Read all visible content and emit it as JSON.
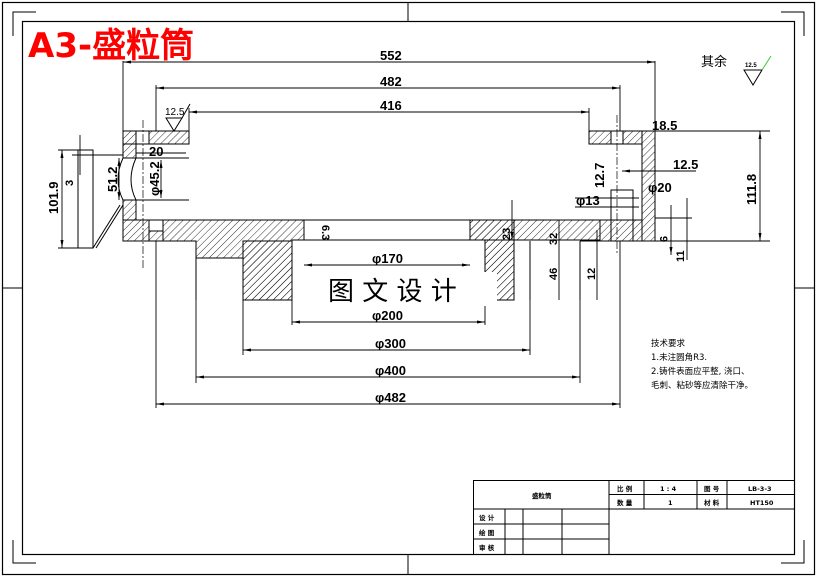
{
  "title": "A3-盛粒筒",
  "title_color": "#ff0000",
  "watermark": "图 文 设 计",
  "roughness": {
    "general_label": "其余",
    "general_value": "12.5",
    "local_value": "12.5",
    "tick_color": "#33cc33"
  },
  "dimensions": {
    "d552": "552",
    "d482": "482",
    "d416": "416",
    "d18_5": "18.5",
    "d12_5": "12.5",
    "d111_8": "111.8",
    "d12_7": "12.7",
    "phi20": "φ20",
    "phi13": "φ13",
    "d9": "9",
    "d11": "11",
    "d20": "20",
    "d51_2": "51.2",
    "phi45_2": "φ45.2",
    "d101_9": "101.9",
    "d3": "3",
    "r63": "6.3",
    "phi170": "φ170",
    "phi200": "φ200",
    "phi300": "φ300",
    "phi400": "φ400",
    "phi482": "φ482",
    "d23": "23",
    "d32": "32",
    "d46": "46",
    "d12": "12"
  },
  "tech_requirements": {
    "heading": "技术要求",
    "lines": [
      "1.未注圆角R3.",
      "2.铸件表面应平整, 浇口、",
      "毛刺、粘砂等应清除干净。"
    ]
  },
  "title_block": {
    "part_name": "盛粒筒",
    "scale_label": "比 例",
    "scale_value": "1 : 4",
    "drawing_no_label": "图 号",
    "drawing_no_value": "LB-3-3",
    "qty_label": "数 量",
    "qty_value": "1",
    "material_label": "材 料",
    "material_value": "HT150",
    "designer_label": "设 计",
    "drafter_label": "绘 图",
    "reviewer_label": "审 核"
  }
}
